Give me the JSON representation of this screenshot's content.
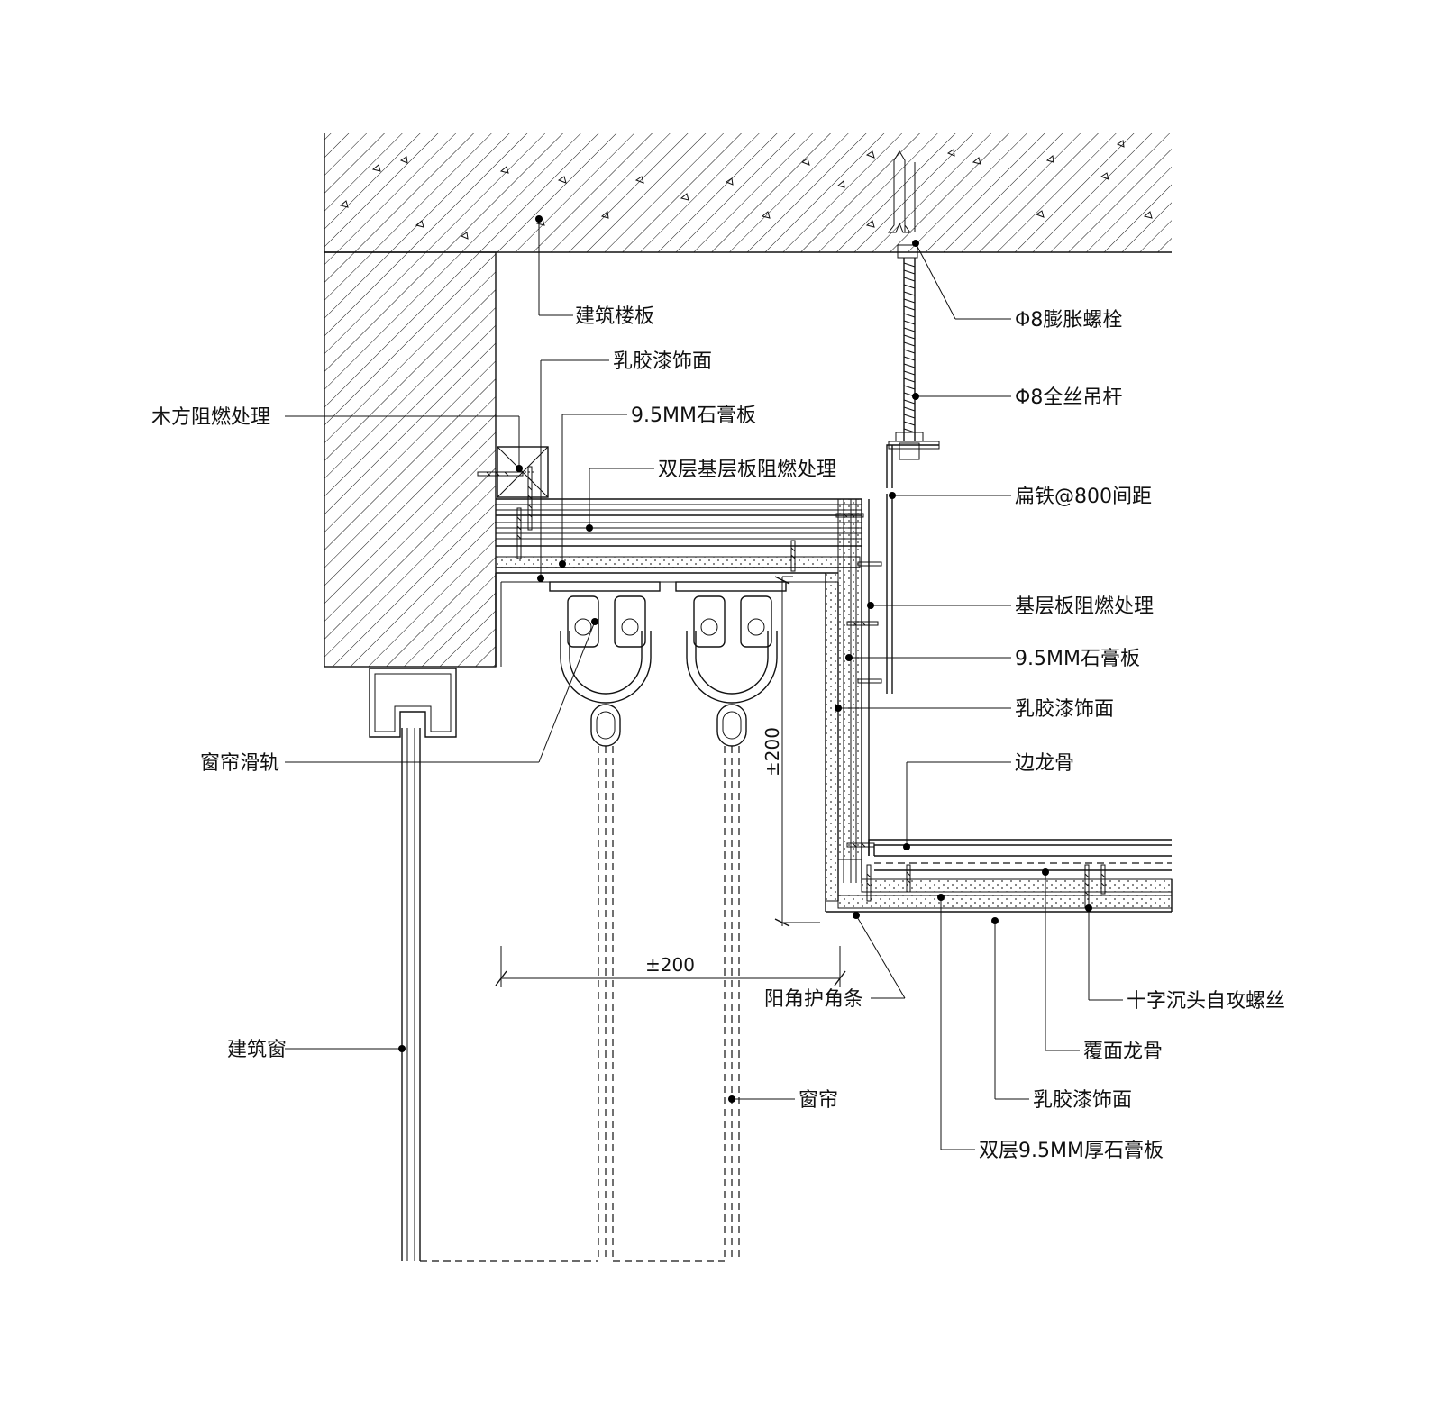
{
  "labels": {
    "building_slab": "建筑楼板",
    "latex_paint_1": "乳胶漆饰面",
    "wood_square": "木方阻燃处理",
    "gypsum_board_1": "9.5MM石膏板",
    "double_base_board": "双层基层板阻燃处理",
    "expansion_bolt": "Φ8膨胀螺栓",
    "threaded_rod": "Φ8全丝吊杆",
    "flat_iron": "扁铁@800间距",
    "base_board": "基层板阻燃处理",
    "gypsum_board_2": "9.5MM石膏板",
    "latex_paint_2": "乳胶漆饰面",
    "edge_keel": "边龙骨",
    "curtain_rail": "窗帘滑轨",
    "corner_guard": "阳角护角条",
    "cross_screw": "十字沉头自攻螺丝",
    "cover_keel": "覆面龙骨",
    "latex_paint_3": "乳胶漆饰面",
    "double_gypsum": "双层9.5MM厚石膏板",
    "building_window": "建筑窗",
    "curtain": "窗帘"
  },
  "dimensions": {
    "vertical": "±200",
    "horizontal": "±200"
  }
}
